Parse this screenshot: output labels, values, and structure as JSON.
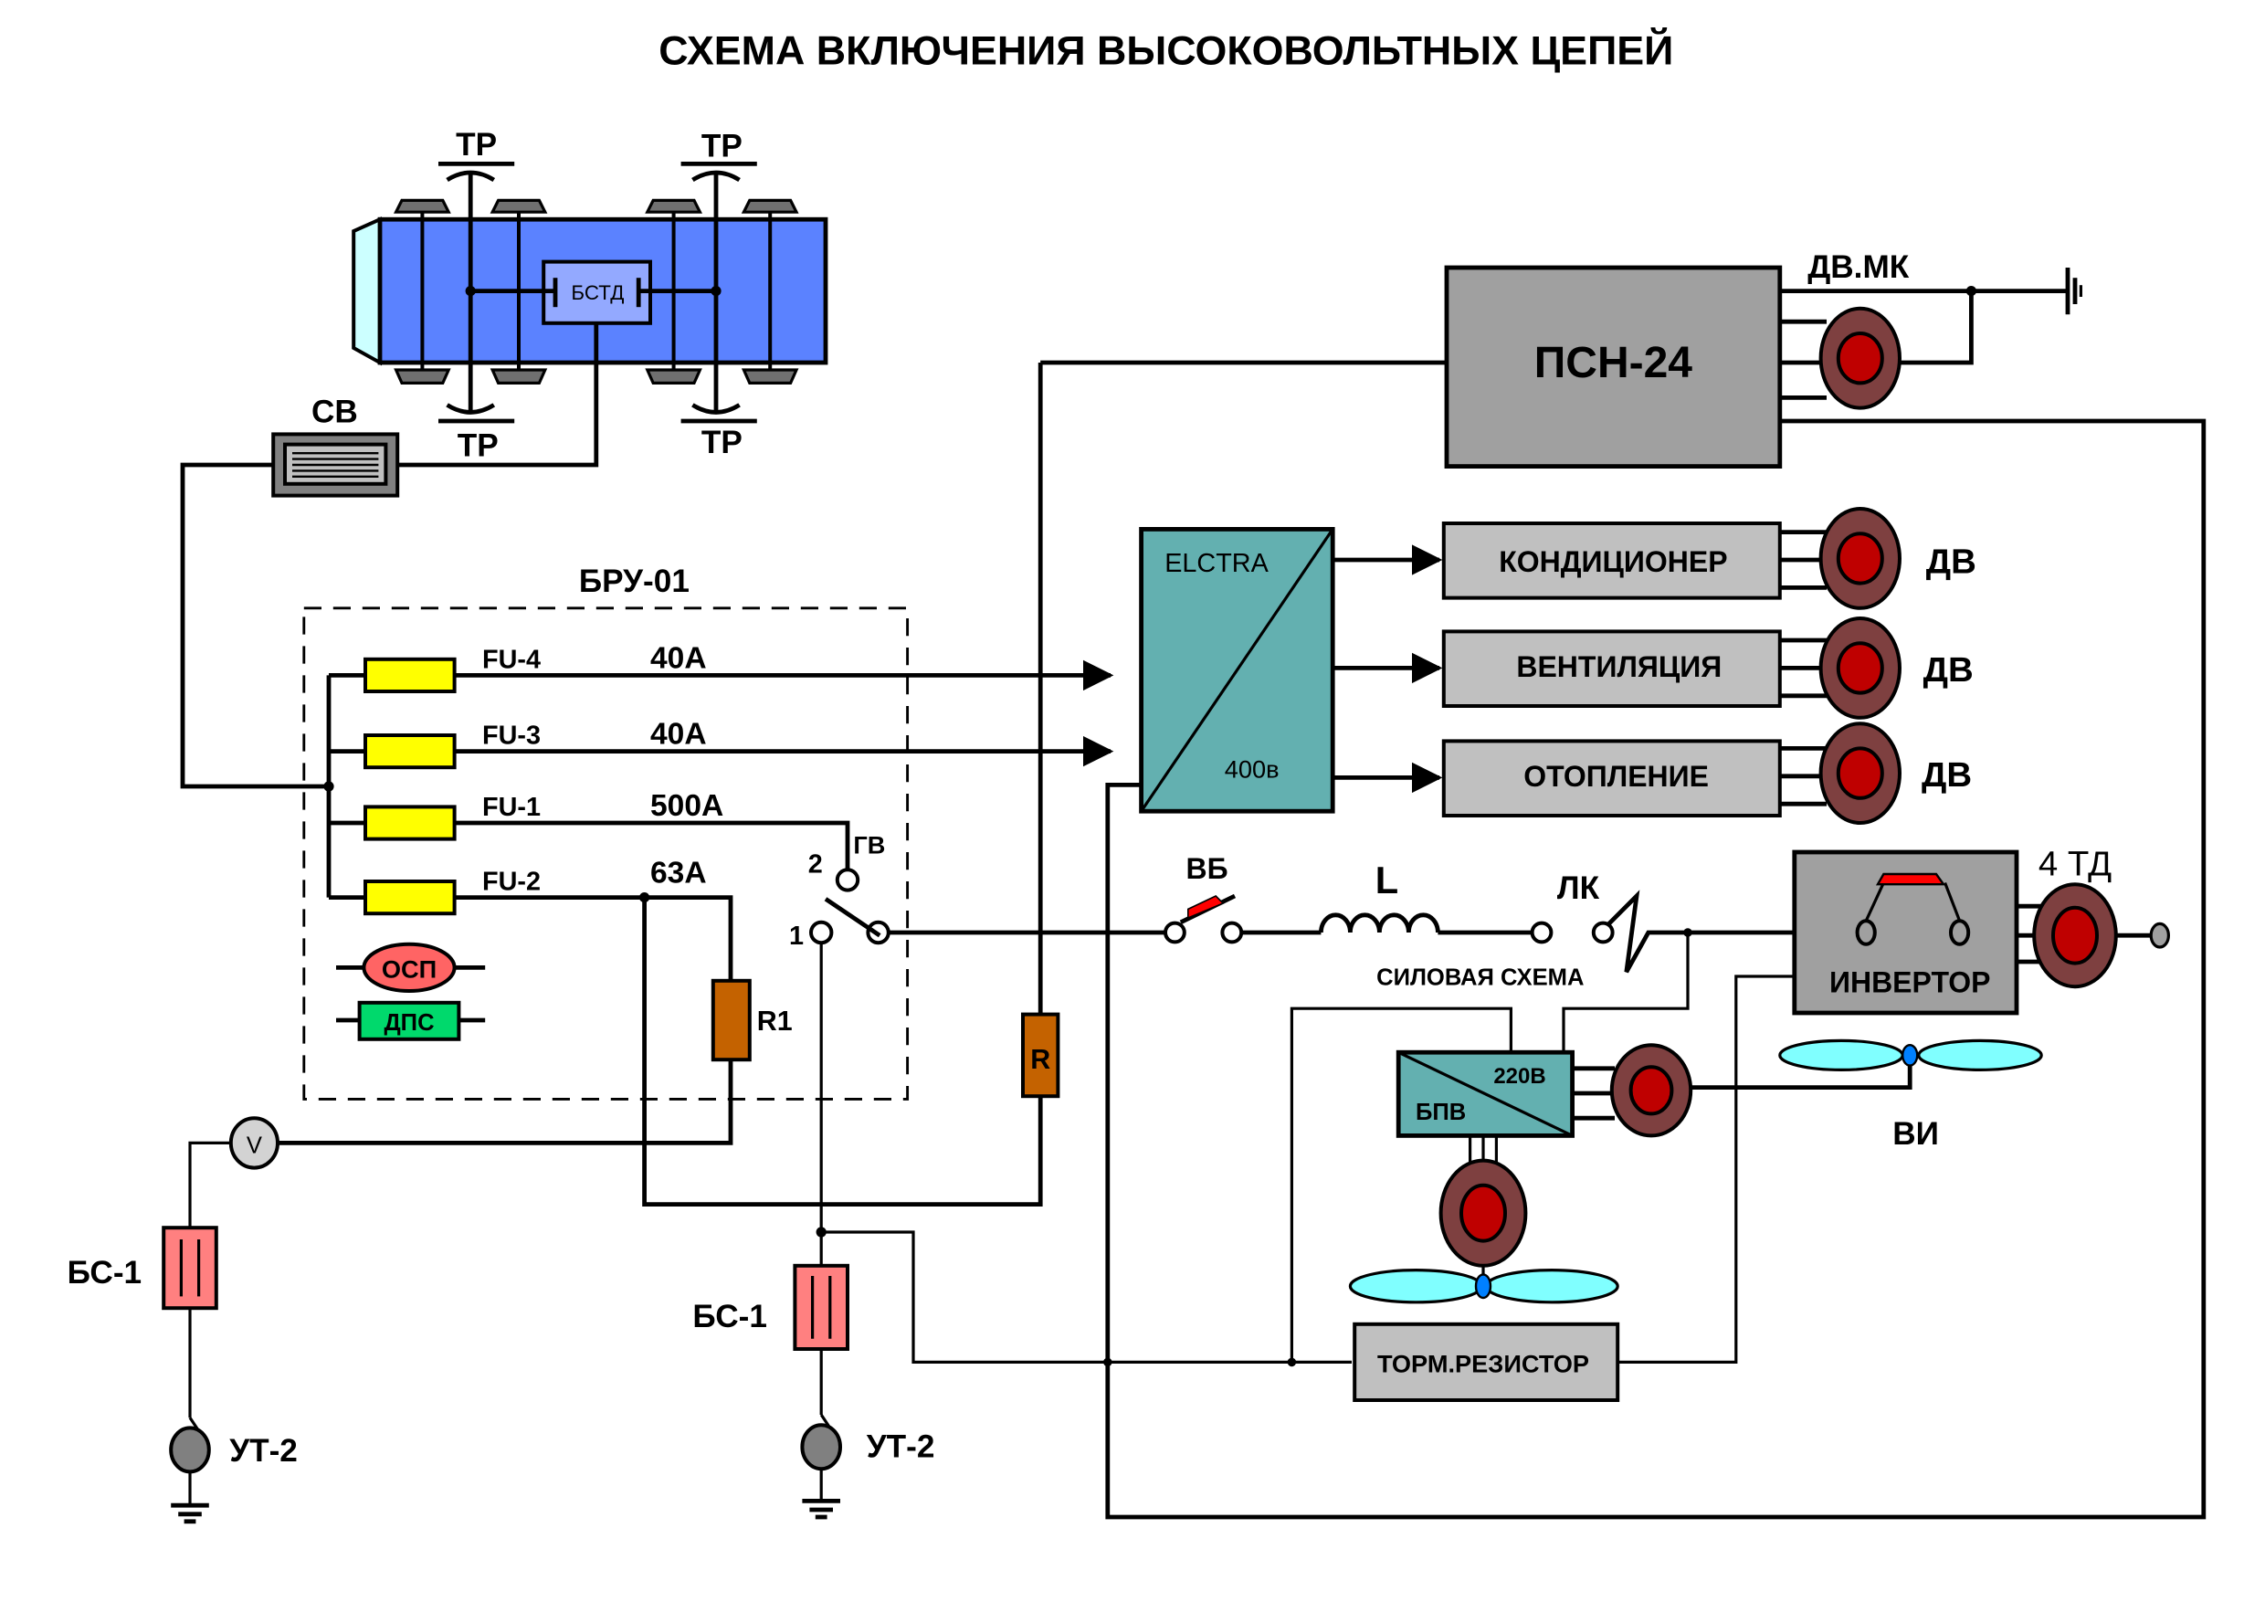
{
  "title": "СХЕМА ВКЛЮЧЕНИЯ ВЫСОКОВОЛЬТНЫХ ЦЕПЕЙ",
  "colors": {
    "car_body": "#5B82FF",
    "car_cab": "#CCFFFF",
    "bstd_box": "#93A9FF",
    "converter": "#63B0B0",
    "gray_block": "#A0A0A0",
    "light_block": "#C0C0C0",
    "fuse": "#FFFF00",
    "resistor": "#C46200",
    "motor_outer": "#7E4040",
    "motor_inner": "#BF0000",
    "osp": "#FF6464",
    "dps": "#00D96C",
    "capacitor": "#FF8080",
    "fan_blade": "#80FFFF",
    "fan_hub": "#0080FF"
  },
  "car": {
    "bstd": "БСТД",
    "tr_labels": [
      "ТР",
      "ТР",
      "ТР",
      "ТР"
    ]
  },
  "sv": {
    "label": "СВ"
  },
  "bru": {
    "label": "БРУ-01",
    "fuses": [
      {
        "name": "FU-4",
        "rating": "40А"
      },
      {
        "name": "FU-3",
        "rating": "40А"
      },
      {
        "name": "FU-1",
        "rating": "500А"
      },
      {
        "name": "FU-2",
        "rating": "63А"
      }
    ],
    "osp": "ОСП",
    "dps": "ДПС",
    "r1": "R1",
    "gv": {
      "label": "ГВ",
      "pos1": "1",
      "pos2": "2"
    }
  },
  "psn": {
    "label": "ПСН-24",
    "motor": "ДВ.МК"
  },
  "elctra": {
    "brand": "ELCTRA",
    "voltage": "400в",
    "loads": [
      {
        "label": "КОНДИЦИОНЕР",
        "motor": "ДВ"
      },
      {
        "label": "ВЕНТИЛЯЦИЯ",
        "motor": "ДВ"
      },
      {
        "label": "ОТОПЛЕНИЕ",
        "motor": "ДВ"
      }
    ]
  },
  "power": {
    "vb": "ВБ",
    "l": "L",
    "lk": "ЛК",
    "caption": "СИЛОВАЯ СХЕМА",
    "inverter": "ИНВЕРТОР",
    "td": "4 ТД",
    "vi": "ВИ",
    "r": "R"
  },
  "bpv": {
    "label": "БПВ",
    "voltage": "220В"
  },
  "brake": {
    "label": "ТОРМ.РЕЗИСТОР"
  },
  "meter": {
    "label": "V"
  },
  "ground_left": {
    "bs": "БС-1",
    "ut": "УТ-2"
  },
  "ground_mid": {
    "bs": "БС-1",
    "ut": "УТ-2"
  }
}
